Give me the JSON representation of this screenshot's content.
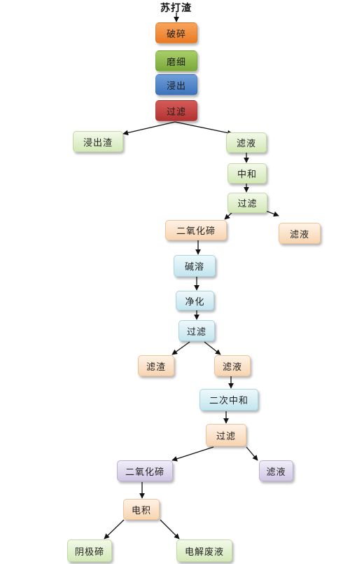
{
  "title": "苏打渣",
  "steps": {
    "crush": "破碎",
    "grind": "磨细",
    "leach": "浸出",
    "filter1": "过滤",
    "leach_residue": "浸出渣",
    "filtrate1": "滤液",
    "neutralize": "中和",
    "filter2": "过滤",
    "te_dioxide1": "二氧化碲",
    "filtrate2": "滤液",
    "alkali_dissolve": "碱溶",
    "purify": "净化",
    "filter3": "过滤",
    "filter_residue": "滤渣",
    "filtrate3": "滤液",
    "second_neutralize": "二次中和",
    "filter4": "过滤",
    "te_dioxide2": "二氧化碲",
    "filtrate4": "滤液",
    "electrowin": "电积",
    "cathode_te": "阴极碲",
    "spent_electrolyte": "电解废液"
  }
}
